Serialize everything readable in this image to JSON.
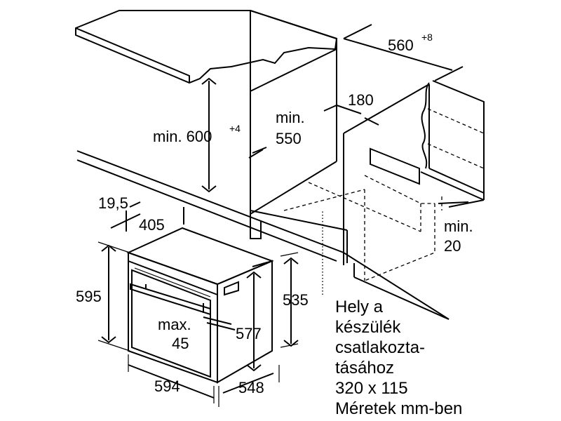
{
  "dimensions": {
    "min_600": {
      "main": "min. 600",
      "sup": "+4"
    },
    "min_550_line1": "min.",
    "min_550_line2": "550",
    "d560": {
      "main": "560",
      "sup": "+8"
    },
    "d180": "180",
    "min_20_line1": "min.",
    "min_20_line2": "20",
    "d19_5": "19,5",
    "d405": "405",
    "d595": "595",
    "d535": "535",
    "d577": "577",
    "max45_line1": "max.",
    "max45_line2": "45",
    "d594": "594",
    "d548": "548"
  },
  "note": {
    "lines": [
      "Hely a",
      "készülék",
      "csatlakozta-",
      "tásához",
      "320 x 115",
      "Méretek mm-ben"
    ]
  }
}
